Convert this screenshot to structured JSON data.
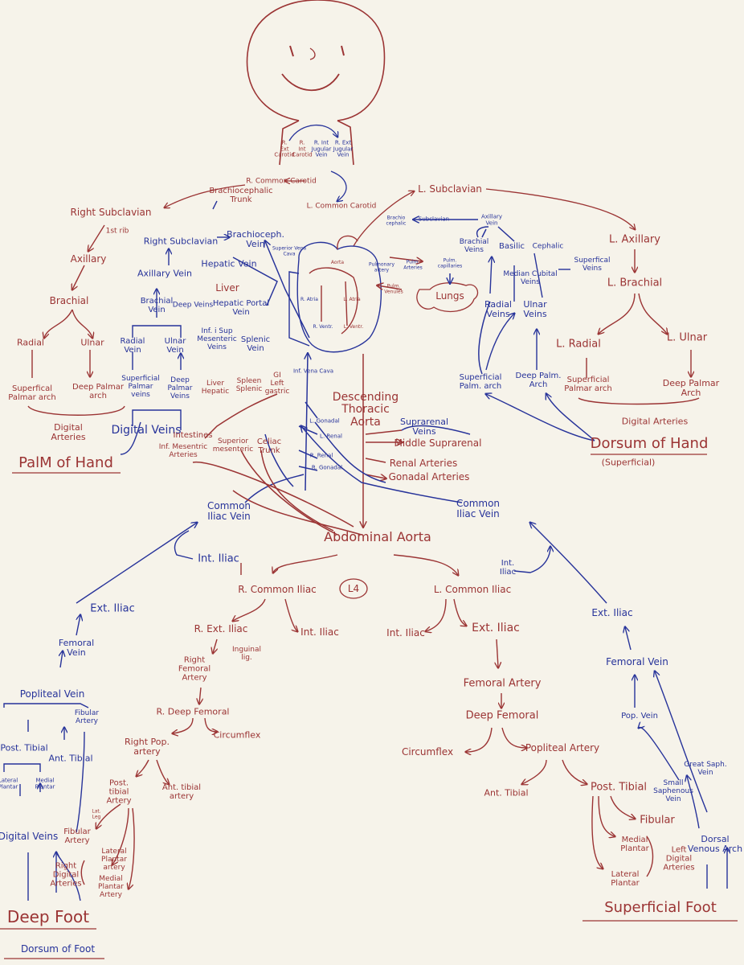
{
  "colors": {
    "paper": "#f6f3ea",
    "artery": "#9b3434",
    "vein": "#27339a"
  },
  "figure": {
    "head": {
      "label": ""
    },
    "neck": {
      "r_ext_carotid": "R.\nExt\nCarotid",
      "r_int_carotid": "R.\nInt\nCarotid",
      "r_int_jugular": "R. Int\nJugular\nVein",
      "r_ext_jugular": "R. Ext\nJugular\nVein",
      "r_common_carotid": "R. Common Carotid",
      "brachiocephalic_trunk": "Brachiocephalic\nTrunk",
      "l_common_carotid": "L. Common Carotid"
    },
    "right_arm": {
      "right_subclavian": "Right Subclavian",
      "first_rib": "1st rib",
      "axillary": "Axillary",
      "brachial": "Brachial",
      "radial": "Radial",
      "ulnar": "Ulnar",
      "superficial_palmar_arch": "Superfical\nPalmar arch",
      "deep_palmar_arch": "Deep Palmar\narch",
      "digital_arteries": "Digital\nArteries",
      "palm_of_hand": "PalM of Hand",
      "right_subclavian_vein": "Right Subclavian",
      "brachiocephalic_vein": "Brachioceph.\nVein",
      "axillary_vein": "Axillary Vein",
      "brachial_vein": "Brachial\nVein",
      "deep_veins": "Deep Veins",
      "radial_vein": "Radial\nVein",
      "ulnar_vein": "Ulnar\nVein",
      "superficial_palmar_veins": "Superficial\nPalmar\nveins",
      "deep_palmar_veins": "Deep\nPalmar\nVeins",
      "digital_veins": "Digital Veins"
    },
    "abdomen": {
      "hepatic_vein": "Hepatic Vein",
      "liver": "Liver",
      "hepatic_portal_vein": "Hepatic Portal\nVein",
      "inf_sup_mesenteric_veins": "Inf. i Sup\nMesenteric\nVeins",
      "splenic_vein": "Splenic\nVein",
      "liver_hepatic": "Liver\nHepatic",
      "spleen_splenic": "Spleen\nSplenic",
      "gi_left_gastric": "GI\nLeft\ngastric",
      "intestines": "Intestines",
      "inf_mesenteric_arteries": "Inf. Mesentric\nArteries",
      "superior_mesenteric": "Superior\nmesenteric",
      "celiac_trunk": "Celiac\nTrunk",
      "inf_vena_cava": "Inf. Vena Cava",
      "superior_vena_cava": "Superior Vena\nCava",
      "descending_thoracic_aorta": "Descending\nThoracic\nAorta",
      "l_gonadal": "L. Gonadal",
      "l_renal": "L. Renal",
      "r_renal": "R. Renal",
      "r_gonadal": "R. Gonadal",
      "suprarenal_veins": "Suprarenal\nVeins",
      "middle_suprarenal": "Middle Suprarenal",
      "renal_arteries": "Renal Arteries",
      "gonadal_arteries": "Gonadal Arteries",
      "abdominal_aorta": "Abdominal Aorta",
      "common_iliac_vein_r": "Common\nIliac Vein",
      "common_iliac_vein_l": "Common\nIliac Vein",
      "l4": "L4"
    },
    "heart_chest": {
      "pulmonary_artery": "Pulmonary\nartery",
      "pulm_arteries": "Pulm.\nArteries",
      "pulm_capillaries": "Pulm.\ncapillaries",
      "pulm_venules": "Pulm.\nVenules",
      "lungs": "Lungs",
      "brachio_cephalic": "Brachio\ncephalic",
      "subclavian": "Subclavian",
      "l_subclavian": "L. Subclavian",
      "heart_labels": [
        "R. Atria",
        "R. Ventr.",
        "L. Atria",
        "L. Ventr.",
        "Aorta"
      ]
    },
    "left_arm": {
      "axillary_vein": "Axillary\nVein",
      "brachial_veins": "Brachial\nVeins",
      "basilic": "Basilic",
      "cephalic": "Cephalic",
      "median_cubital_veins": "Median Cubital\nVeins",
      "superficial_veins": "Superfical\nVeins",
      "radial_veins": "Radial\nVeins",
      "ulnar_veins": "Ulnar\nVeins",
      "superficial_palm_arch": "Superficial\nPalm. arch",
      "deep_palm_arch": "Deep Palm.\nArch",
      "dorsum_of_hand": "Dorsum of Hand",
      "superficial": "(Superficial)",
      "l_axillary": "L. Axillary",
      "l_brachial": "L. Brachial",
      "l_radial": "L. Radial",
      "l_ulnar": "L. Ulnar",
      "superficial_palmar_arch": "Superficial\nPalmar arch",
      "deep_palmar_arch": "Deep Palmar\nArch",
      "digital_arteries": "Digital Arteries"
    },
    "right_leg": {
      "int_iliac_vein": "Int. Iliac",
      "ext_iliac": "Ext. Iliac",
      "femoral_vein": "Femoral\nVein",
      "popliteal_vein": "Popliteal Vein",
      "fibular_artery_vein": "Fibular\nArtery",
      "post_tibial": "Post. Tibial",
      "ant_tibial": "Ant. Tibial",
      "lateral_plantar": "Lateral\nPlantar",
      "medial_plantar": "Medial\nPlantar",
      "digital_veins": "Digital Veins",
      "deep_foot": "Deep Foot",
      "dorsum_of_foot": "Dorsum of Foot",
      "r_common_iliac": "R. Common Iliac",
      "r_ext_iliac": "R. Ext. Iliac",
      "int_iliac": "Int. Iliac",
      "right_femoral_artery": "Right\nFemoral\nArtery",
      "inguinal_lig": "Inguinal\nlig.",
      "r_deep_femoral": "R. Deep Femoral",
      "circumflex": "Circumflex",
      "right_pop_artery": "Right Pop.\nartery",
      "post_tibial_artery": "Post.\ntibial\nArtery",
      "ant_tibial_artery": "Ant. tibial\nartery",
      "lat_leg": "Lat.\nLeg",
      "fibular_artery": "Fibular\nArtery",
      "right_digital_arteries": "Right\nDigital\nArteries",
      "lateral_plantar_artery": "Lateral\nPlantar\nartery",
      "medial_plantar_artery": "Medial\nPlantar\nArtery"
    },
    "left_leg": {
      "l_common_iliac": "L. Common Iliac",
      "int_iliac": "Int. Iliac",
      "ext_iliac_artery": "Ext. Iliac",
      "femoral_artery": "Femoral Artery",
      "deep_femoral": "Deep Femoral",
      "circumflex": "Circumflex",
      "popliteal_artery": "Popliteal Artery",
      "ant_tibial": "Ant. Tibial",
      "post_tibial": "Post. Tibial",
      "fibular": "Fibular",
      "medial_plantar": "Medial\nPlantar",
      "lateral_plantar": "Lateral\nPlantar",
      "left_digital_arteries": "Left\nDigital\nArteries",
      "int_iliac_vein": "Int.\nIliac",
      "ext_iliac_vein": "Ext. Iliac",
      "femoral_vein": "Femoral Vein",
      "pop_vein": "Pop. Vein",
      "great_saph_vein": "Great Saph.\nVein",
      "small_saphenous_vein": "Small\nSaphenous\nVein",
      "dorsal_venous_arch": "Dorsal\nVenous Arch",
      "superficial_foot": "Superficial Foot"
    }
  }
}
